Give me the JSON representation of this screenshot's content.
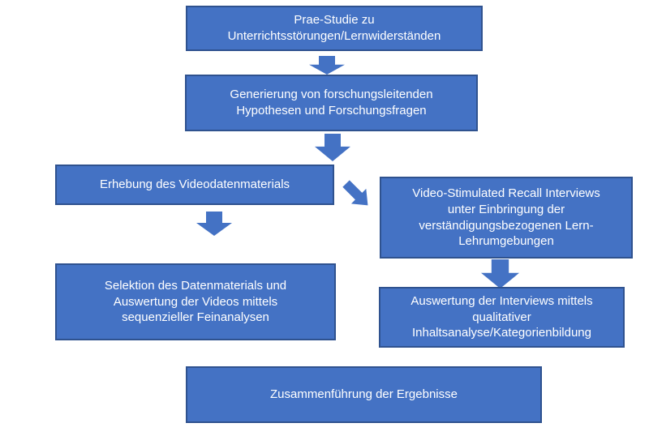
{
  "diagram": {
    "colors": {
      "node_fill": "#4472C4",
      "node_border": "#2F528F",
      "text": "#FFFFFF",
      "background": "#FFFFFF"
    },
    "nodes": [
      {
        "id": "prae-studie",
        "text": "Prae-Studie zu\nUnterrichtsstörungen/Lernwiderständen"
      },
      {
        "id": "generierung",
        "text": "Generierung von forschungsleitenden\nHypothesen und Forschungsfragen"
      },
      {
        "id": "erhebung",
        "text": "Erhebung des Videodatenmaterials"
      },
      {
        "id": "vsr-interviews",
        "text": "Video-Stimulated Recall Interviews\nunter Einbringung der\nverständigungsbezogenen Lern-\nLehrumgebungen"
      },
      {
        "id": "selektion",
        "text": "Selektion des Datenmaterials und\nAuswertung der Videos mittels\nsequenzieller Feinanalysen"
      },
      {
        "id": "auswertung",
        "text": "Auswertung der Interviews mittels\nqualitativer\nInhaltsanalyse/Kategorienbildung"
      },
      {
        "id": "zusammenfuehrung",
        "text": "Zusammenführung der Ergebnisse"
      }
    ],
    "connectors": [
      {
        "from": "prae-studie",
        "to": "generierung",
        "icon": "block-arrow-down"
      },
      {
        "from": "generierung",
        "to": "erhebung",
        "icon": "block-arrow-down"
      },
      {
        "from": "erhebung",
        "to": "vsr-interviews",
        "icon": "block-arrow-down-right"
      },
      {
        "from": "erhebung",
        "to": "selektion",
        "icon": "block-arrow-down"
      },
      {
        "from": "vsr-interviews",
        "to": "auswertung",
        "icon": "block-arrow-down"
      }
    ]
  }
}
